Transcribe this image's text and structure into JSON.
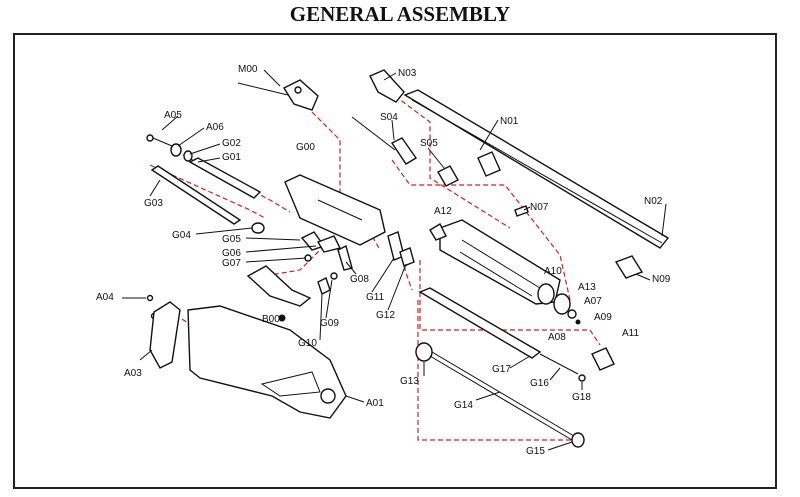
{
  "title": "GENERAL ASSEMBLY",
  "colors": {
    "ink": "#111111",
    "assembly_line": "#d42020"
  },
  "labels": {
    "M00": "M00",
    "N03": "N03",
    "N01": "N01",
    "S04": "S04",
    "S05": "S05",
    "N07": "N07",
    "N02": "N02",
    "N09": "N09",
    "A12": "A12",
    "A10": "A10",
    "A13": "A13",
    "A07": "A07",
    "A09": "A09",
    "A08": "A08",
    "A11": "A11",
    "A05": "A05",
    "A06": "A06",
    "G02": "G02",
    "G01": "G01",
    "G00": "G00",
    "G03": "G03",
    "G04": "G04",
    "G05": "G05",
    "G06": "G06",
    "G07": "G07",
    "G08": "G08",
    "G11": "G11",
    "G12": "G12",
    "B00": "B00",
    "G09": "G09",
    "G10": "G10",
    "A04": "A04",
    "A03": "A03",
    "A01": "A01",
    "G13": "G13",
    "G17": "G17",
    "G16": "G16",
    "G18": "G18",
    "G14": "G14",
    "G15": "G15"
  }
}
